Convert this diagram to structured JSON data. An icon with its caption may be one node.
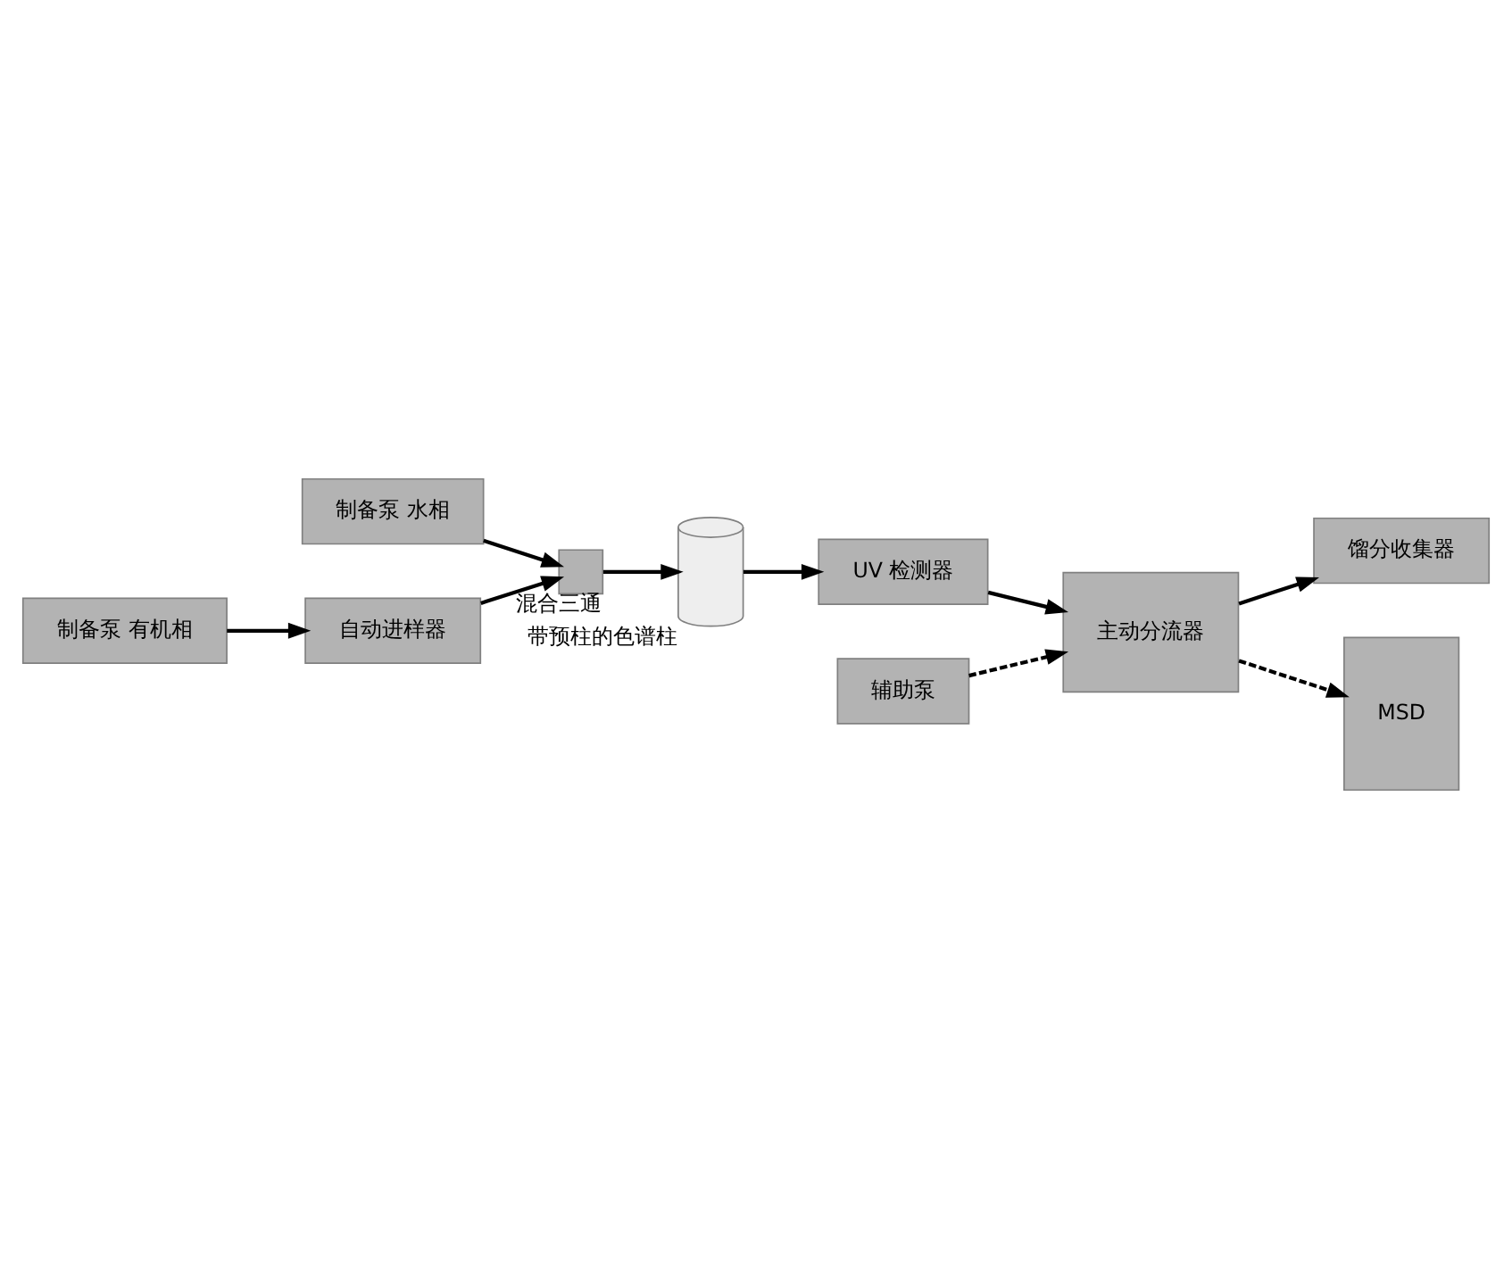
{
  "diagram": {
    "nodes": [
      {
        "text": [
          "制备泵 水相"
        ]
      },
      {
        "text": [
          "制备泵 有机相"
        ]
      },
      {
        "text": [
          "自动进样器"
        ]
      },
      {
        "text": [],
        "shape": "box",
        "beside": [
          "混合三通"
        ]
      },
      {
        "text": [],
        "shape": "cylinder",
        "beside": [
          "带预柱的色谱柱"
        ]
      },
      {
        "text": [
          "UV 检测器"
        ]
      },
      {
        "text": [
          "主动分流器"
        ]
      },
      {
        "text": [
          "馏分收集器"
        ]
      },
      {
        "text": [
          "MSD"
        ]
      },
      {
        "text": [
          "辅助泵"
        ]
      }
    ],
    "edges": [
      {
        "from": 0,
        "to": 3,
        "arrow": "to"
      },
      {
        "from": 1,
        "to": 2,
        "arrow": "to"
      },
      {
        "from": 2,
        "to": 3,
        "arrow": "to"
      },
      {
        "from": 3,
        "to": 4,
        "arrow": "to"
      },
      {
        "from": 4,
        "to": 5,
        "arrow": "to"
      },
      {
        "from": 5,
        "to": 6,
        "arrow": "to"
      },
      {
        "from": 6,
        "to": 7,
        "arrow": "to"
      },
      {
        "from": 6,
        "to": 8,
        "arrow": "to",
        "style": "dashed"
      },
      {
        "from": 9,
        "to": 6,
        "arrow": "to",
        "style": "dashed"
      }
    ]
  }
}
